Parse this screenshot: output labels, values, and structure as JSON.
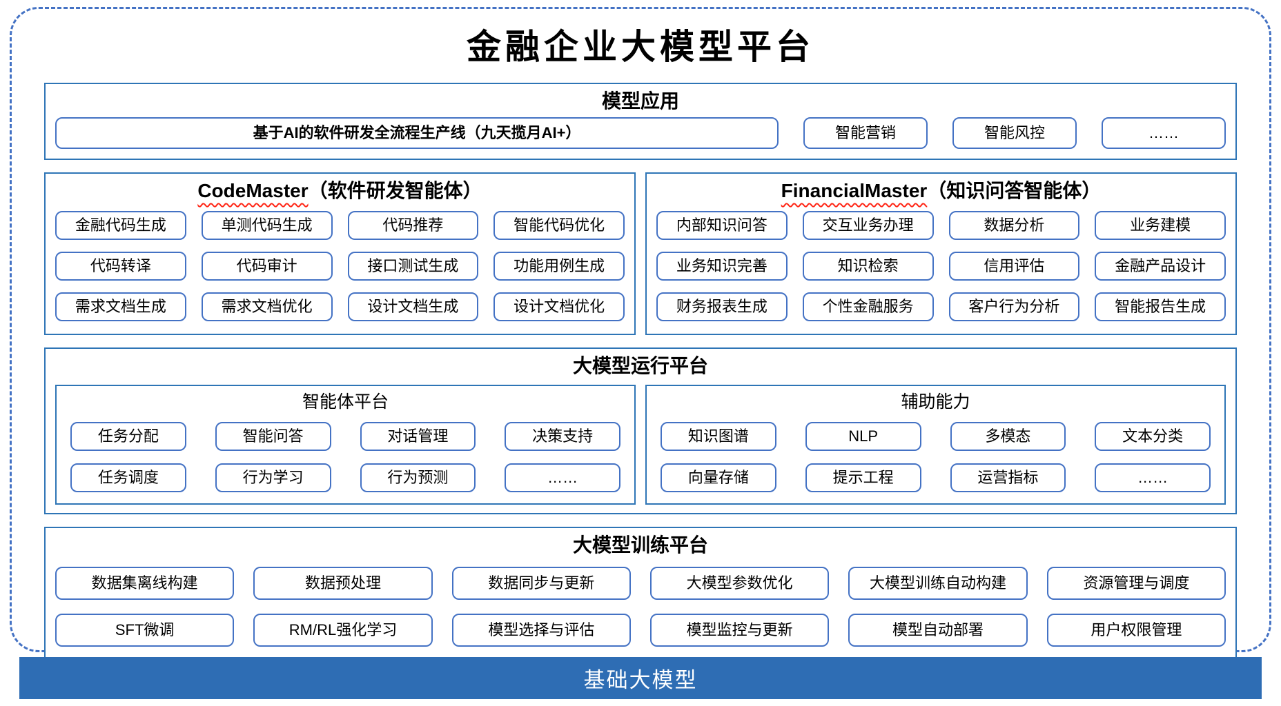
{
  "title": "金融企业大模型平台",
  "colors": {
    "accent_blue": "#4472C4",
    "section_border": "#2E75B6",
    "pill_border": "#4472C4",
    "foundation_bg": "#2E6DB4",
    "foundation_text": "#FFFFFF",
    "wavy_underline_red": "#FF2616",
    "title_text": "#000000"
  },
  "app_section": {
    "header": "模型应用",
    "main_item": "基于AI的软件研发全流程生产线（九天揽月AI+）",
    "items": [
      "智能营销",
      "智能风控",
      "……"
    ]
  },
  "agents": [
    {
      "name": "CodeMaster",
      "suffix": "（软件研发智能体）",
      "items": [
        "金融代码生成",
        "单测代码生成",
        "代码推荐",
        "智能代码优化",
        "代码转译",
        "代码审计",
        "接口测试生成",
        "功能用例生成",
        "需求文档生成",
        "需求文档优化",
        "设计文档生成",
        "设计文档优化"
      ]
    },
    {
      "name": "FinancialMaster",
      "suffix": "（知识问答智能体）",
      "items": [
        "内部知识问答",
        "交互业务办理",
        "数据分析",
        "业务建模",
        "业务知识完善",
        "知识检索",
        "信用评估",
        "金融产品设计",
        "财务报表生成",
        "个性金融服务",
        "客户行为分析",
        "智能报告生成"
      ]
    }
  ],
  "runtime_section": {
    "header": "大模型运行平台",
    "subsections": [
      {
        "header": "智能体平台",
        "items": [
          "任务分配",
          "智能问答",
          "对话管理",
          "决策支持",
          "任务调度",
          "行为学习",
          "行为预测",
          "……"
        ]
      },
      {
        "header": "辅助能力",
        "items": [
          "知识图谱",
          "NLP",
          "多模态",
          "文本分类",
          "向量存储",
          "提示工程",
          "运营指标",
          "……"
        ]
      }
    ]
  },
  "training_section": {
    "header": "大模型训练平台",
    "items": [
      "数据集离线构建",
      "数据预处理",
      "数据同步与更新",
      "大模型参数优化",
      "大模型训练自动构建",
      "资源管理与调度",
      "SFT微调",
      "RM/RL强化学习",
      "模型选择与评估",
      "模型监控与更新",
      "模型自动部署",
      "用户权限管理"
    ]
  },
  "foundation_bar": {
    "label": "基础大模型"
  }
}
